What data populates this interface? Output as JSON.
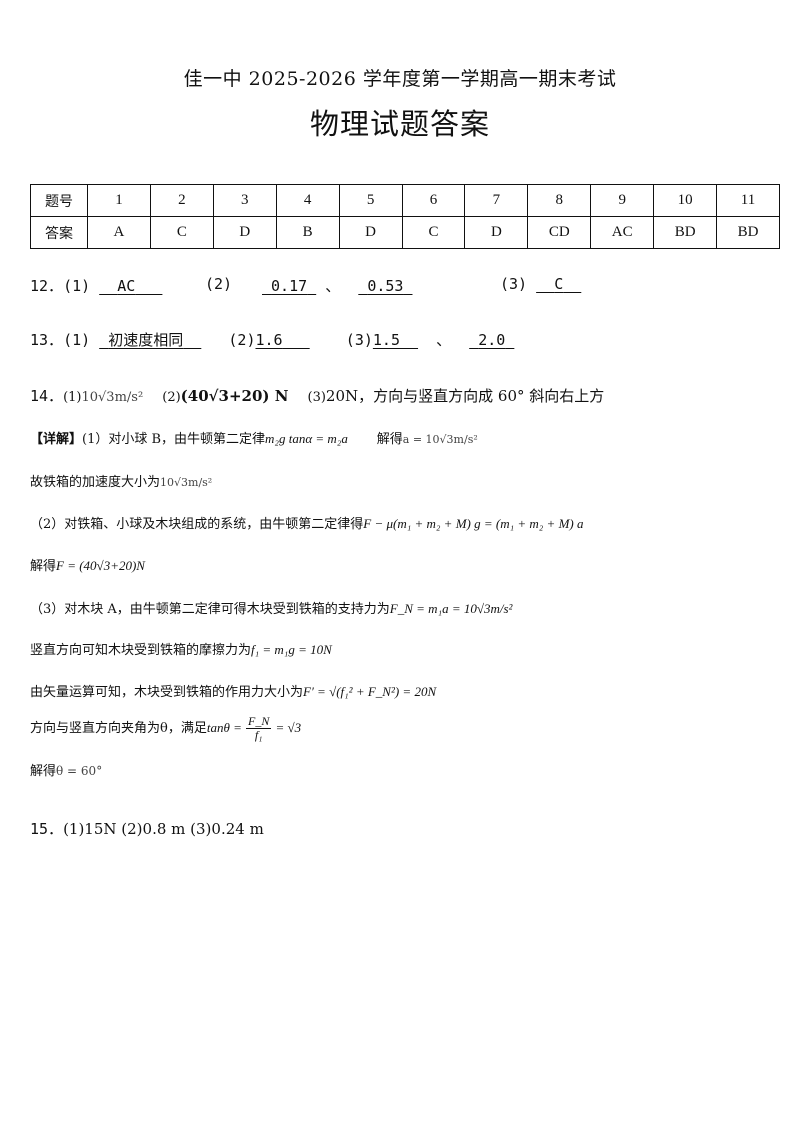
{
  "header": {
    "school": "佳一中 2025-2026 学年度第一学期高一期末考试",
    "title": "物理试题答案"
  },
  "answer_table": {
    "row1_label": "题号",
    "row2_label": "答案",
    "numbers": [
      "1",
      "2",
      "3",
      "4",
      "5",
      "6",
      "7",
      "8",
      "9",
      "10",
      "11"
    ],
    "answers": [
      "A",
      "C",
      "D",
      "B",
      "D",
      "C",
      "D",
      "CD",
      "AC",
      "BD",
      "BD"
    ]
  },
  "q12": {
    "num": "12．",
    "p1": "(1)",
    "a1": "AC",
    "p2": "(2)",
    "a2a": "0.17",
    "sep": "、",
    "a2b": "0.53",
    "p3": "(3)",
    "a3": "C"
  },
  "q13": {
    "num": "13．",
    "p1": "(1)",
    "a1": "初速度相同",
    "p2": "(2)",
    "a2": "1.6",
    "p3": "(3)",
    "a3a": "1.5",
    "sep": "、",
    "a3b": "2.0"
  },
  "q14": {
    "num": "14．",
    "p1": "(1)",
    "a1": "10√3m/s²",
    "p2": "(2)",
    "a2": "(40√3+20) N",
    "p3": "(3)",
    "a3": "20N，方向与竖直方向成 60° 斜向右上方"
  },
  "detail": {
    "label": "【详解】",
    "l1_text": "(1）对小球 B，由牛顿第二定律",
    "l1_eq": "m₂g tanα = m₂a",
    "l1_solve": "解得",
    "l1_result": "a = 10√3m/s²",
    "l2_text": "故铁箱的加速度大小为",
    "l2_result": "10√3m/s²",
    "l3_text": "（2）对铁箱、小球及木块组成的系统，由牛顿第二定律得",
    "l3_eq": "F − μ(m₁ + m₂ + M) g = (m₁ + m₂ + M) a",
    "l4_text": "解得",
    "l4_result": "F = (40√3+20)N",
    "l5_text": "（3）对木块 A，由牛顿第二定律可得木块受到铁箱的支持力为",
    "l5_eq": "F_N = m₁a = 10√3m/s²",
    "l6_text": "竖直方向可知木块受到铁箱的摩擦力为",
    "l6_eq": "f₁ = m₁g = 10N",
    "l7_text": "由矢量运算可知，木块受到铁箱的作用力大小为",
    "l7_eq": "F′ = √(f₁² + F_N²) = 20N",
    "l8_text": "方向与竖直方向夹角为θ，满足",
    "l8_lhs": "tanθ =",
    "l8_num": "F_N",
    "l8_den": "f₁",
    "l8_rhs": "= √3",
    "l9_text": "解得",
    "l9_result": "θ = 60°"
  },
  "q15": {
    "num": "15．",
    "text": "(1)15N  (2)0.8 m  (3)0.24 m"
  }
}
